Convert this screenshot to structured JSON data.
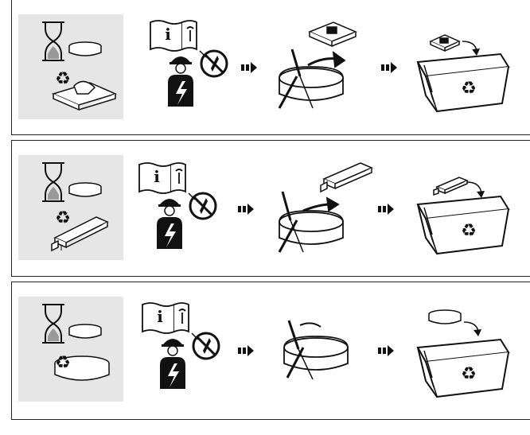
{
  "panels": [
    {
      "id": "led-module",
      "component": "led-module"
    },
    {
      "id": "driver",
      "component": "driver"
    },
    {
      "id": "luminaire",
      "component": "luminaire"
    }
  ],
  "icons": {
    "info_glyph": "i",
    "recycle_glyph": "♻"
  },
  "colors": {
    "stroke": "#111111",
    "bin_fill": "#ffffff",
    "life_box": "#e6e6e6",
    "dark": "#111111"
  }
}
